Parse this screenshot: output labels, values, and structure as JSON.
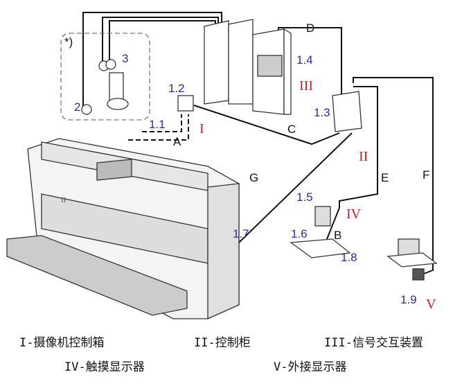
{
  "diagram": {
    "inset_marker": "*)",
    "component_numbers": {
      "camera_3": "3",
      "camera_2": "2",
      "camera_control_box": "1.2",
      "sensor": "1.1",
      "signal_cabinet": "1.4",
      "control_cabinet": "1.3",
      "touch_display": "1.5",
      "desk_left": "1.6",
      "desk_right_small": "1.8",
      "machine_connector": "1.7",
      "external_display": "1.9"
    },
    "cable_letters": {
      "A": "A",
      "B": "B",
      "C": "C",
      "D": "D",
      "E": "E",
      "F": "F",
      "G": "G"
    },
    "roman_markers": {
      "I": "I",
      "II": "II",
      "III": "III",
      "IV": "IV",
      "V": "V"
    },
    "machine_label": "II",
    "colors": {
      "number_labels": "#2a2a9a",
      "roman_markers": "#c8202a",
      "lines": "#111111"
    }
  },
  "legend": [
    {
      "text": "I-摄像机控制箱"
    },
    {
      "text": "II-控制柜"
    },
    {
      "text": "III-信号交互装置"
    },
    {
      "text": "IV-触摸显示器"
    },
    {
      "text": "V-外接显示器"
    }
  ]
}
